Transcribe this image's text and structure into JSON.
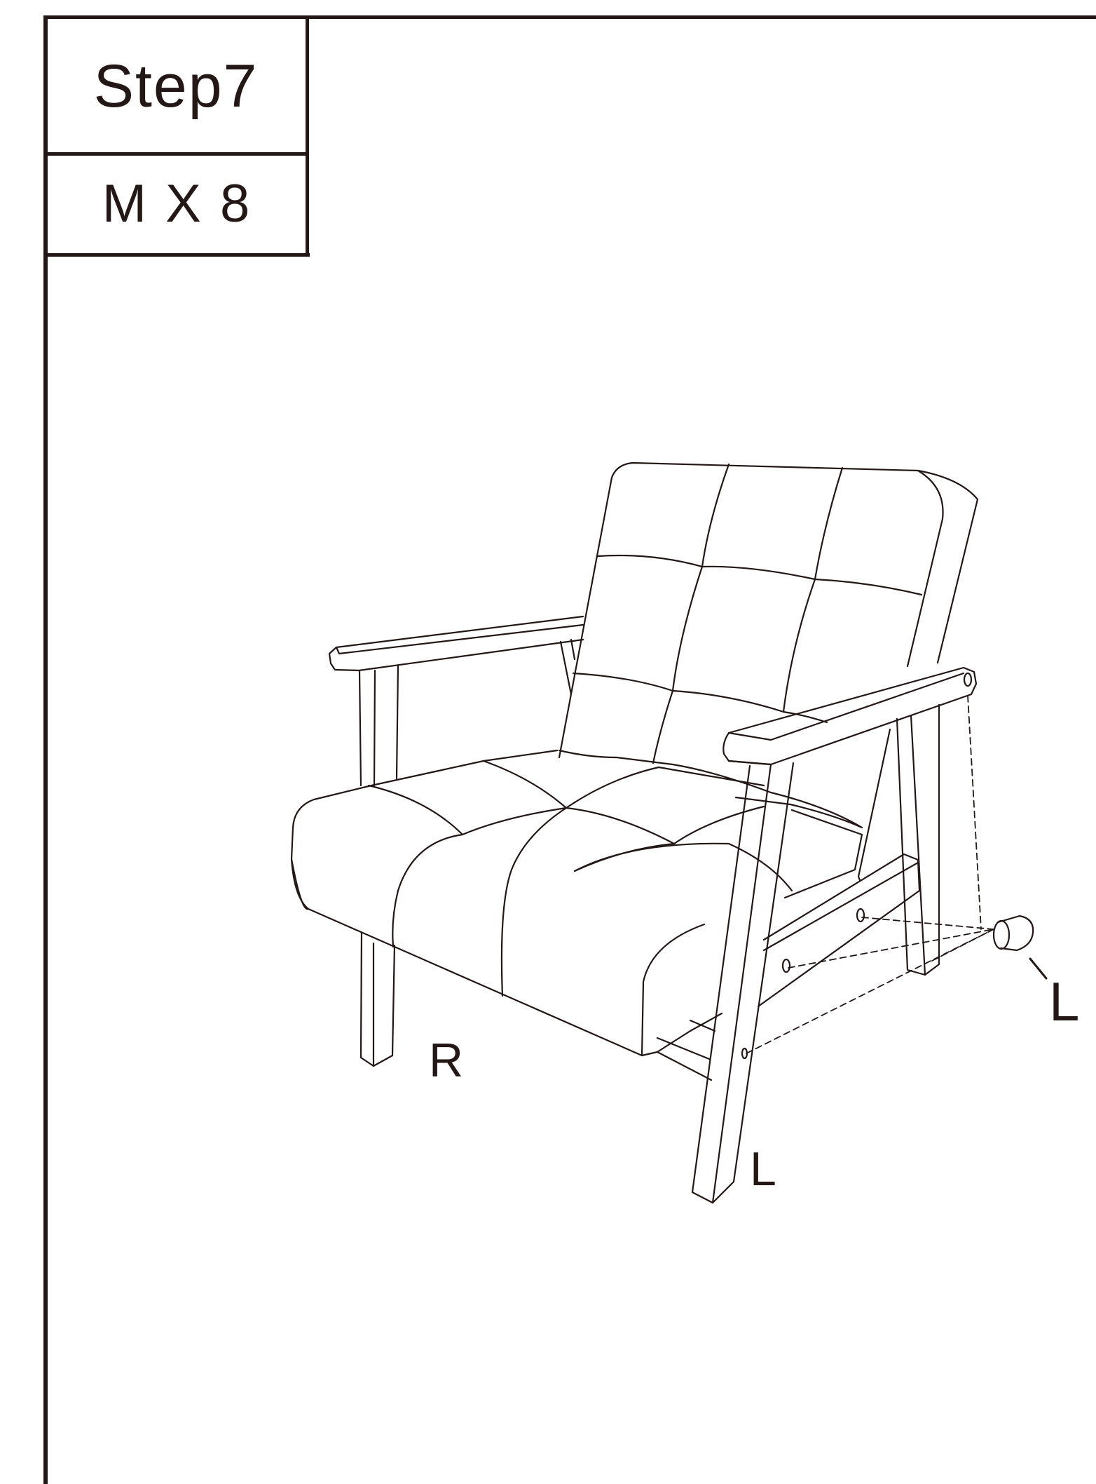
{
  "step": {
    "label": "Step7"
  },
  "hardware": {
    "quantity_label": "M X 8"
  },
  "labels": {
    "right_side": "R",
    "left_leg": "L",
    "left_part": "L"
  },
  "colors": {
    "line": "#231815",
    "background": "#ffffff"
  }
}
